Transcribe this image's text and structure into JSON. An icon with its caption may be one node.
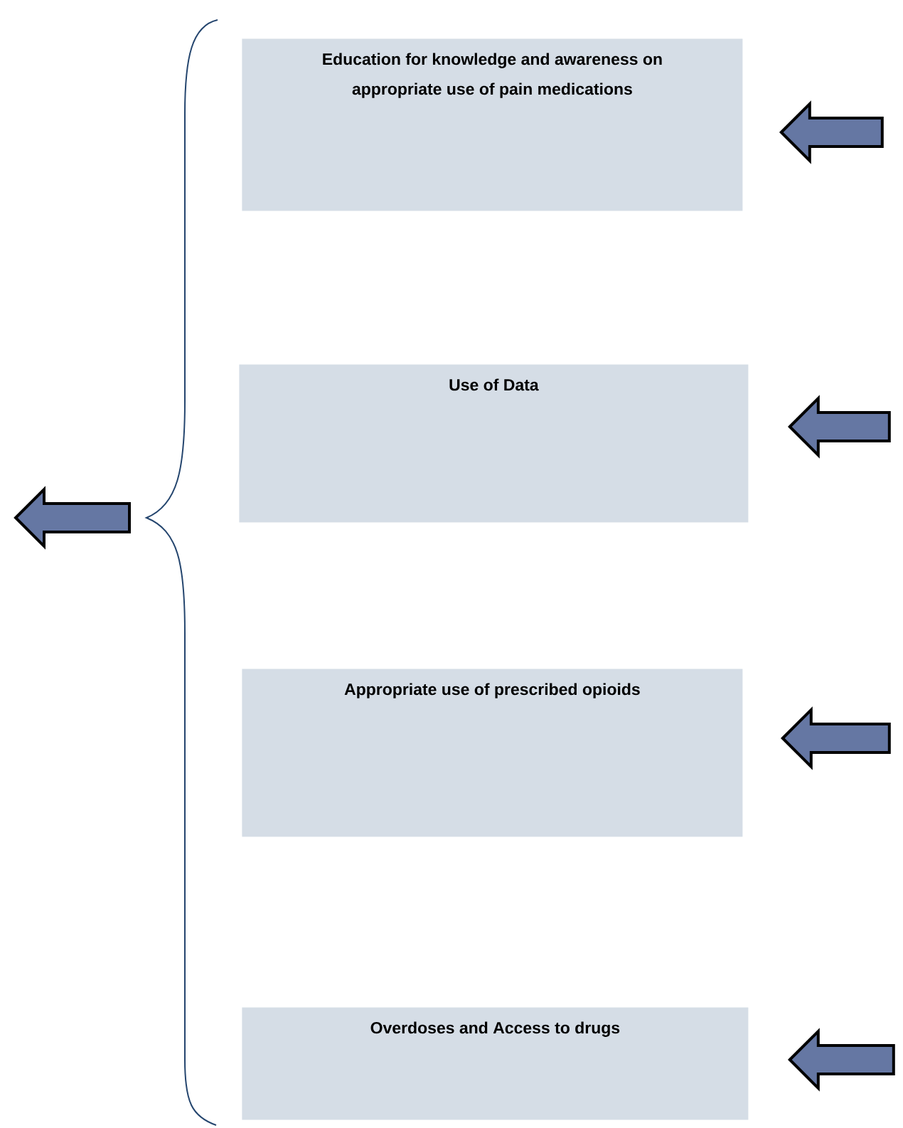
{
  "diagram": {
    "nodes": [
      {
        "text": [
          "Education for knowledge and awareness on appropriate use of pain medications"
        ]
      },
      {
        "text": [
          "Use of Data"
        ]
      },
      {
        "text": [
          "Appropriate use of prescribed opioids"
        ]
      },
      {
        "text": [
          "Overdoses and Access to drugs"
        ]
      }
    ],
    "edges": [
      {
        "from": null,
        "to": 0,
        "arrow": "to"
      },
      {
        "from": null,
        "to": 1,
        "arrow": "to"
      },
      {
        "from": null,
        "to": 2,
        "arrow": "to"
      },
      {
        "from": null,
        "to": 3,
        "arrow": "to"
      }
    ]
  }
}
